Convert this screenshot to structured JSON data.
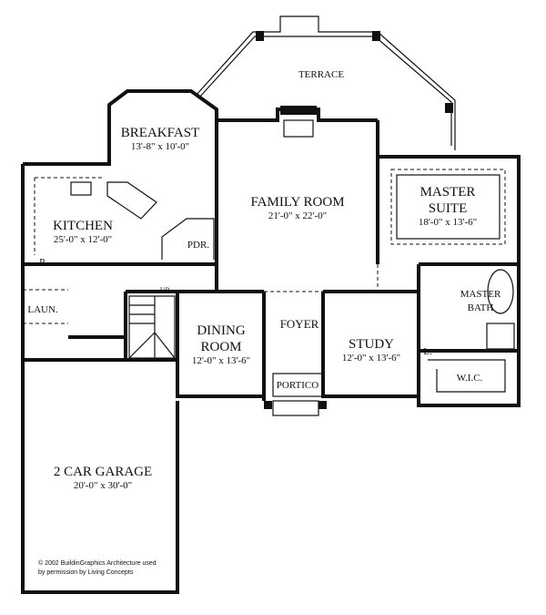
{
  "rooms": {
    "terrace": {
      "name": "TERRACE"
    },
    "breakfast": {
      "name": "BREAKFAST",
      "dim": "13'-8\" x 10'-0\""
    },
    "family_room": {
      "name": "FAMILY ROOM",
      "dim": "21'-0\" x 22'-0\""
    },
    "master_suite": {
      "name_line1": "MASTER",
      "name_line2": "SUITE",
      "dim": "18'-0\" x 13'-6\""
    },
    "kitchen": {
      "name": "KITCHEN",
      "dim": "25'-0\" x 12'-0\""
    },
    "powder": {
      "name": "PDR."
    },
    "pantry": {
      "name": "P."
    },
    "laundry": {
      "name": "LAUN."
    },
    "stair": {
      "name": "UP"
    },
    "master_bath": {
      "name_line1": "MASTER",
      "name_line2": "BATH"
    },
    "dining_room": {
      "name_line1": "DINING",
      "name_line2": "ROOM",
      "dim": "12'-0\" x 13'-6\""
    },
    "foyer": {
      "name": "FOYER"
    },
    "study": {
      "name": "STUDY",
      "dim": "12'-0\" x 13'-6\""
    },
    "portico": {
      "name": "PORTICO"
    },
    "linen": {
      "name": "L."
    },
    "wic": {
      "name": "W.I.C."
    },
    "garage": {
      "name": "2 CAR GARAGE",
      "dim": "20'-0\" x 30'-0\""
    }
  },
  "credit": {
    "line1": "© 2002 BuildinGraphics Architecture used",
    "line2": "by permission by Living Concepts"
  }
}
